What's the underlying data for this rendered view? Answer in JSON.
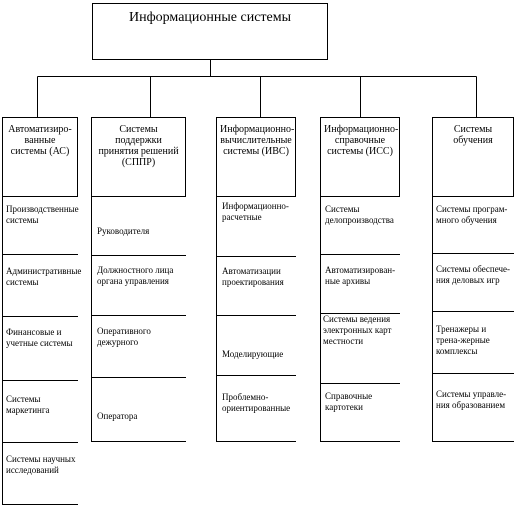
{
  "root": {
    "label": "Информационные системы"
  },
  "categories": [
    {
      "title": "Автоматизиро-ванные системы (АС)",
      "items": [
        "Производственные системы",
        "Административные системы",
        "Финансовые и учетные системы",
        "Системы маркетинга",
        "Системы научных исследований"
      ]
    },
    {
      "title": "Системы поддержки принятия решений (СППР)",
      "items": [
        "Руководителя",
        "Должностного лица органа управления",
        "Оперативного дежурного",
        "Оператора"
      ]
    },
    {
      "title": "Информационно-вычислительные системы (ИВС)",
      "items": [
        "Информационно-расчетные",
        "Автоматизации проектирования",
        "Моделирующие",
        "Проблемно-ориентированные"
      ]
    },
    {
      "title": "Информационно-справочные системы (ИСС)",
      "items": [
        "Системы делопроизводства",
        "Автоматизирован-ные архивы",
        "Системы ведения электронных карт местности",
        "Справочные картотеки"
      ]
    },
    {
      "title": "Системы обучения",
      "items": [
        "Системы програм-много обучения",
        "Системы обеспече-ния деловых игр",
        "Тренажеры и трена-жерные комплексы",
        "Системы управле-ния образованием"
      ]
    }
  ]
}
